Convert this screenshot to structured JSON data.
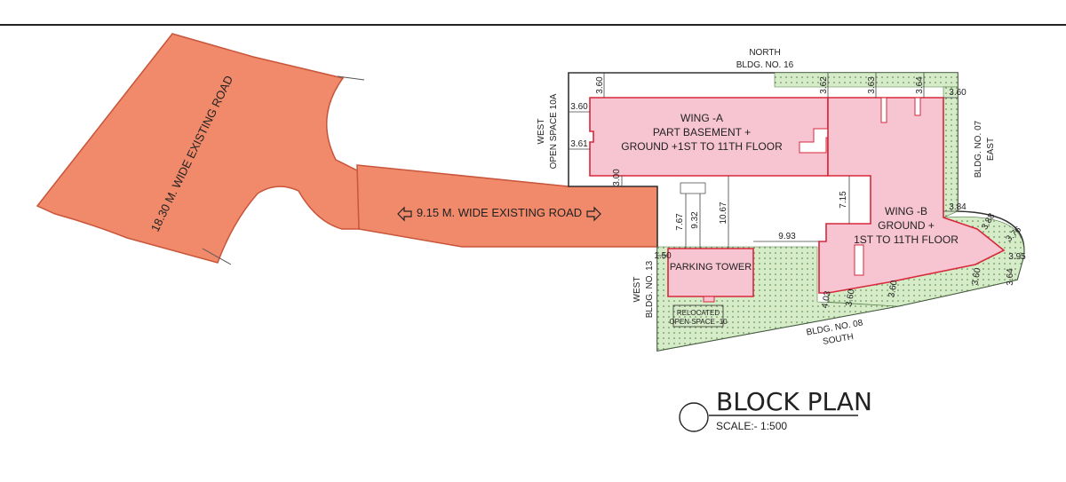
{
  "roads": {
    "main_road": "18.30 M. WIDE EXISTING ROAD",
    "approach_road": "9.15 M.  WIDE EXISTING ROAD"
  },
  "boundaries": {
    "north": [
      "NORTH",
      "BLDG. NO. 16"
    ],
    "west_top": [
      "WEST",
      "OPEN SPACE 10A"
    ],
    "east": [
      "BLDG. NO. 07",
      "EAST"
    ],
    "west_bottom": [
      "WEST",
      "BLDG. NO. 13"
    ],
    "south": [
      "BLDG. NO. 08",
      "SOUTH"
    ]
  },
  "wing_a": [
    "WING -A",
    "PART BASEMENT +",
    "GROUND +1ST TO 11TH FLOOR"
  ],
  "wing_b": [
    "WING -B",
    "GROUND +",
    "1ST TO 11TH FLOOR"
  ],
  "parking_tower": "PARKING TOWER",
  "relocated_open_space": [
    "RELOCATED",
    "OPEN SPACE -10"
  ],
  "dimensions": {
    "top_360": "3.60",
    "top_362": "3.62",
    "top_363": "3.63",
    "top_364": "3.64",
    "right_360": "3.60",
    "left_360": "3.60",
    "left_361": "3.61",
    "road_300": "3.00",
    "d_767": "7.67",
    "d_932": "9.32",
    "d_1067": "10.67",
    "d_715": "7.15",
    "d_993": "9.93",
    "d_384": "3.84",
    "d_388": "3.88",
    "d_376": "3.76",
    "d_395": "3.95",
    "d_364b": "3.64",
    "d_360s": "3.60",
    "d_403": "4.03",
    "d_360c": "3.60",
    "d_360d": "3.60",
    "d_150": "1.50"
  },
  "title": {
    "heading": "BLOCK  PLAN",
    "scale": "SCALE:- 1:500"
  },
  "colors": {
    "road": "#f08a6b",
    "building": "#f7c4d2",
    "building_outline": "#d8283a",
    "open_space": "#d6ecc8"
  }
}
